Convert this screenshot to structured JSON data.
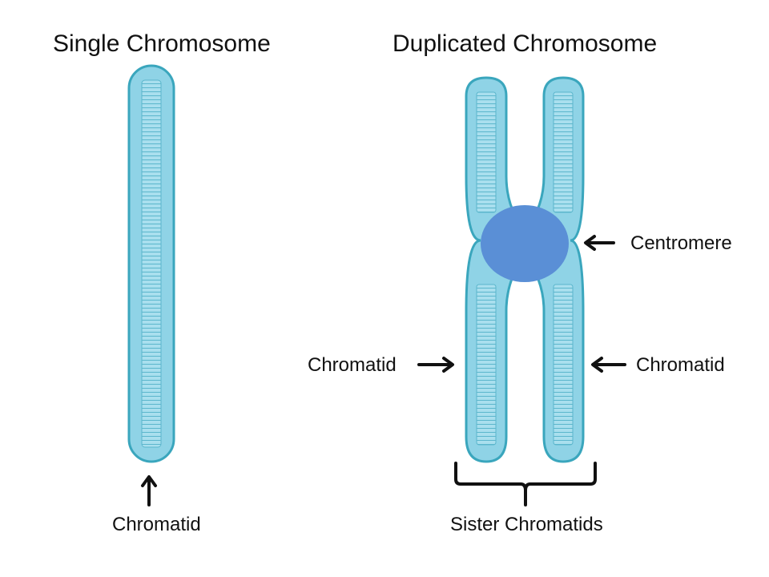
{
  "titles": {
    "single": "Single Chromosome",
    "duplicated": "Duplicated Chromosome"
  },
  "labels": {
    "single_chromatid": "Chromatid",
    "left_chromatid": "Chromatid",
    "right_chromatid": "Chromatid",
    "centromere": "Centromere",
    "sister_chromatids": "Sister Chromatids"
  },
  "colors": {
    "chromatid_fill": "#8fd3e6",
    "chromatid_outline": "#3aa6bd",
    "chromatid_core": "#a9dfee",
    "stripe": "#5bb6cc",
    "centromere": "#5a8fd6",
    "arrow": "#111111"
  }
}
